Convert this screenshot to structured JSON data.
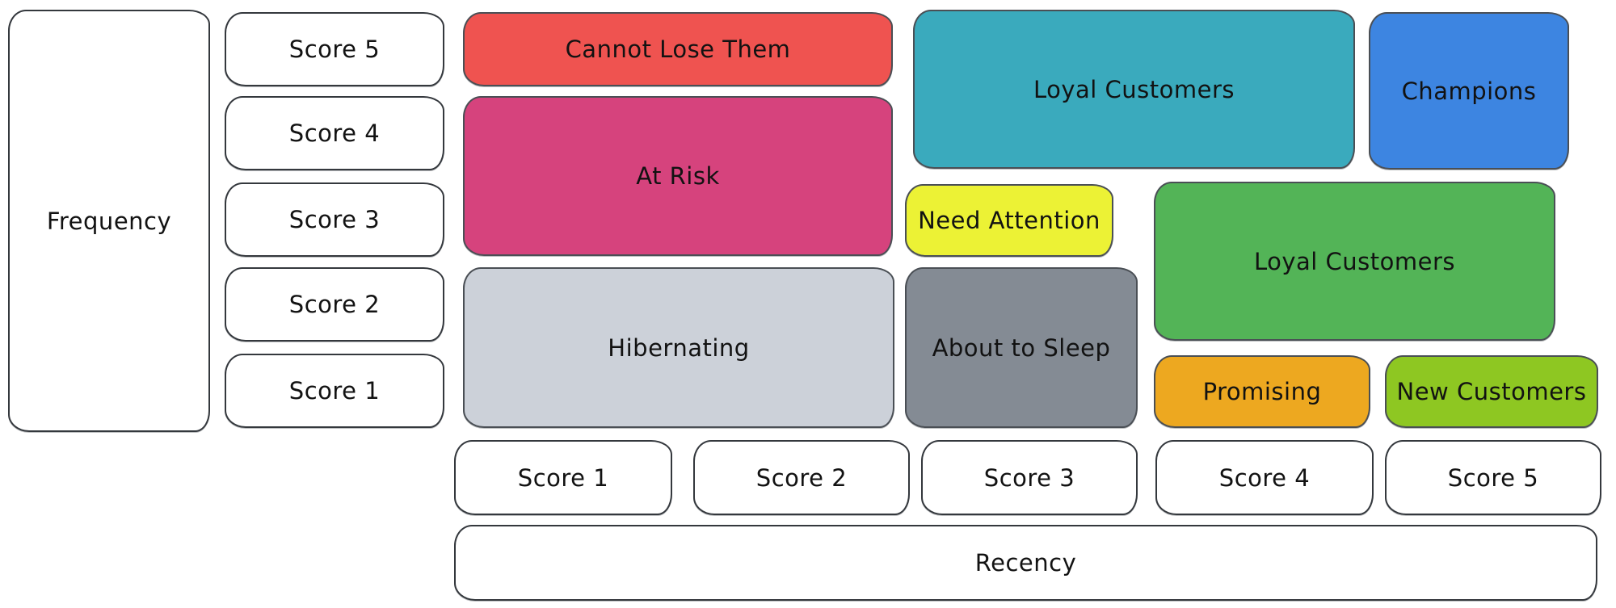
{
  "canvas": {
    "background": "#ffffff"
  },
  "axes": {
    "frequency": {
      "label": "Frequency",
      "scores": [
        "Score 5",
        "Score 4",
        "Score 3",
        "Score 2",
        "Score 1"
      ]
    },
    "recency": {
      "label": "Recency",
      "scores": [
        "Score 1",
        "Score 2",
        "Score 3",
        "Score 4",
        "Score 5"
      ]
    }
  },
  "segments": [
    {
      "id": "cannot-lose-them",
      "label": "Cannot Lose Them",
      "color": "#ef5350"
    },
    {
      "id": "at-risk",
      "label": "At Risk",
      "color": "#d6437d"
    },
    {
      "id": "hibernating",
      "label": "Hibernating",
      "color": "#ccd1d9"
    },
    {
      "id": "loyal-customers-top",
      "label": "Loyal Customers",
      "color": "#3aaabd"
    },
    {
      "id": "champions",
      "label": "Champions",
      "color": "#3d85e1"
    },
    {
      "id": "need-attention",
      "label": "Need Attention",
      "color": "#ecf235"
    },
    {
      "id": "loyal-customers-mid",
      "label": "Loyal Customers",
      "color": "#53b457"
    },
    {
      "id": "about-to-sleep",
      "label": "About to Sleep",
      "color": "#848b94"
    },
    {
      "id": "promising",
      "label": "Promising",
      "color": "#eda820"
    },
    {
      "id": "new-customers",
      "label": "New Customers",
      "color": "#8ec722"
    }
  ]
}
